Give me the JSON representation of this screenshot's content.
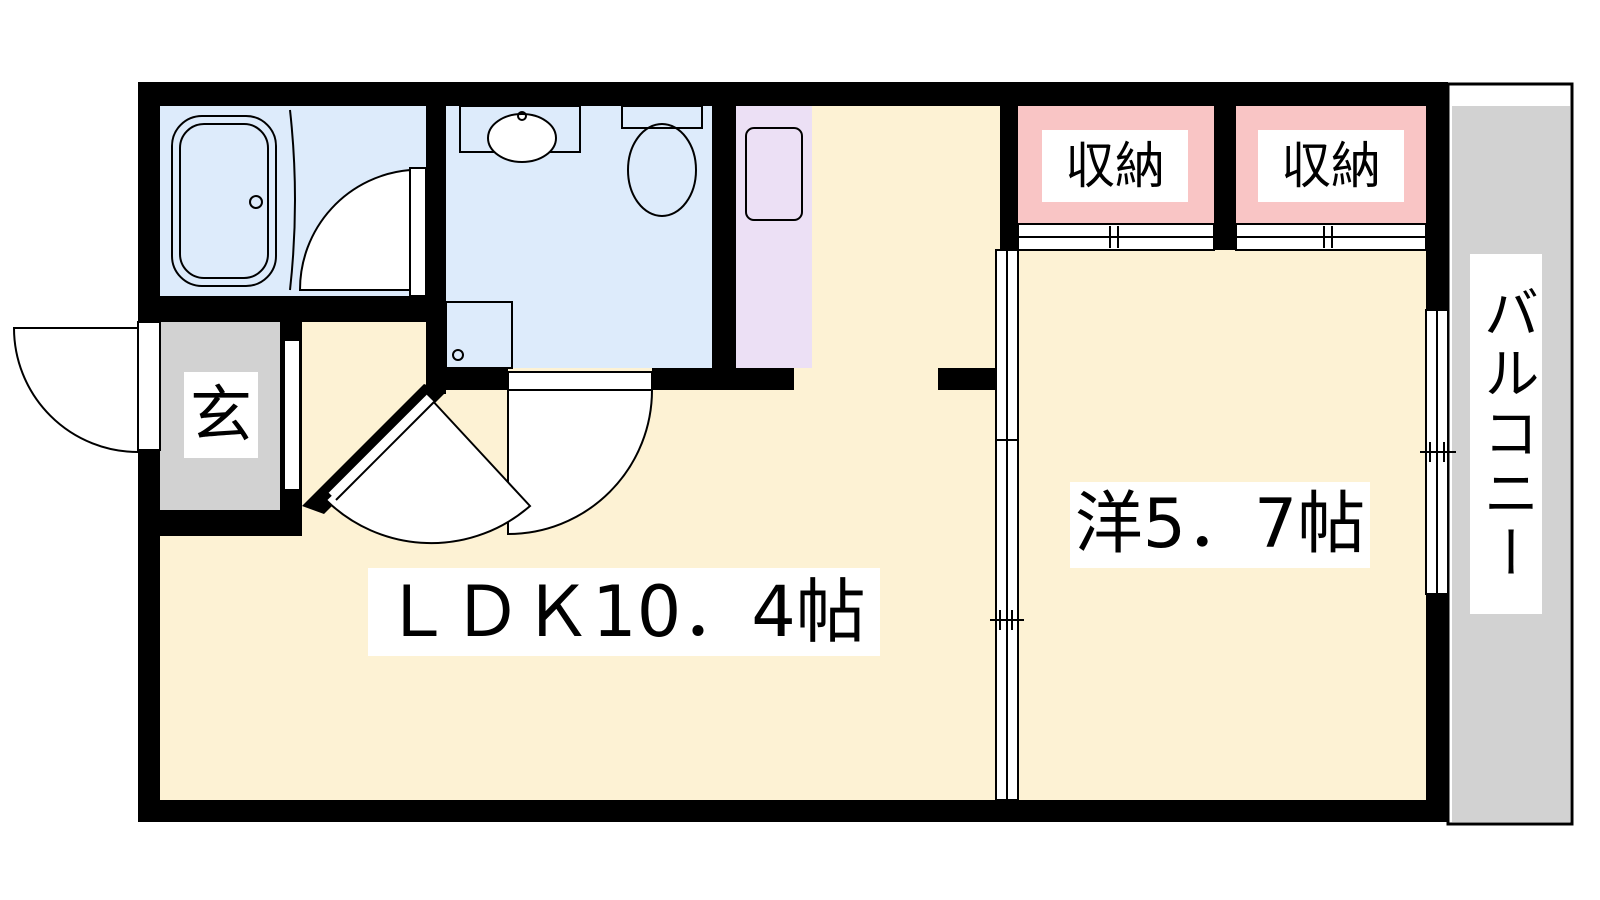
{
  "floor_plan": {
    "rooms": {
      "ldk": {
        "label": "ＬＤＫ10．4帖"
      },
      "western_room": {
        "label": "洋5．7帖"
      },
      "entrance": {
        "label": "玄"
      },
      "storage_left": {
        "label": "収納"
      },
      "storage_right": {
        "label": "収納"
      },
      "balcony": {
        "label": "バルコニー"
      }
    },
    "colors": {
      "wall": "#000000",
      "living_floor": "#fdf2d4",
      "wet_area": "#ddebfb",
      "kitchen": "#ece0f5",
      "storage": "#f9c5c5",
      "entrance_floor": "#d2d2d2",
      "balcony_floor": "#d2d2d2"
    }
  }
}
